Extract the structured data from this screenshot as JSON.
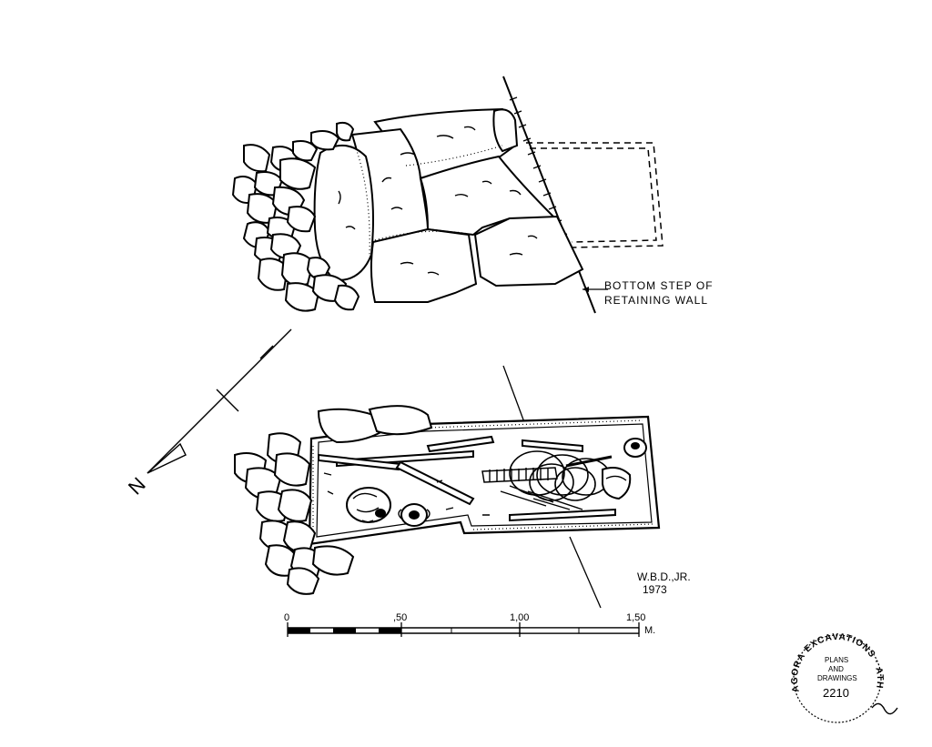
{
  "annotation": {
    "line1": "BOTTOM STEP OF",
    "line2": "RETAINING WALL"
  },
  "signature": {
    "initials": "W.B.D.,JR.",
    "year": "1973"
  },
  "scale": {
    "ticks": [
      "0",
      ",50",
      "1,00",
      "1,50"
    ],
    "unit": "M."
  },
  "stamp": {
    "ring_text": "AGORA EXCAVATIONS · ATHENS",
    "inner_line1": "PLANS",
    "inner_line2": "AND",
    "inner_line3": "DRAWINGS",
    "number": "2210"
  },
  "north_arrow": {
    "letter": "N",
    "icon": "north-arrow-icon"
  }
}
